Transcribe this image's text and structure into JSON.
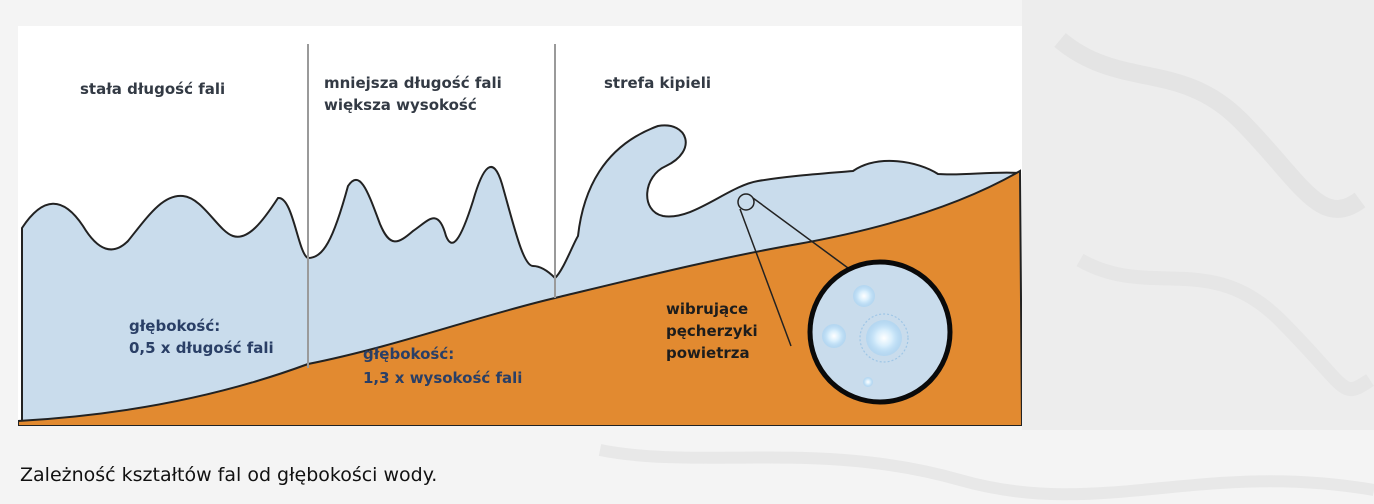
{
  "sections": [
    {
      "id": "constant",
      "lines": [
        "stała długość fali"
      ]
    },
    {
      "id": "shorter",
      "lines": [
        "mniejsza długość fali",
        "większa wysokość"
      ]
    },
    {
      "id": "surf",
      "lines": [
        "strefa kipieli"
      ]
    }
  ],
  "depth_labels": [
    {
      "id": "depth-1",
      "lines": [
        "głębokość:",
        "0,5 x długość fali"
      ]
    },
    {
      "id": "depth-2",
      "lines": [
        "głębokość:",
        "1,3 x wysokość fali"
      ]
    }
  ],
  "bubbles_label": {
    "lines": [
      "wibrujące",
      "pęcherzyki",
      "powietrza"
    ]
  },
  "caption": "Zależność kształtów fal od głębokości wody.",
  "colors": {
    "water": "#c9dcec",
    "seabed": "#e28a30",
    "outline": "#222222",
    "divider": "#9a9a9a",
    "bubble_ring": "#0a0a0a"
  }
}
